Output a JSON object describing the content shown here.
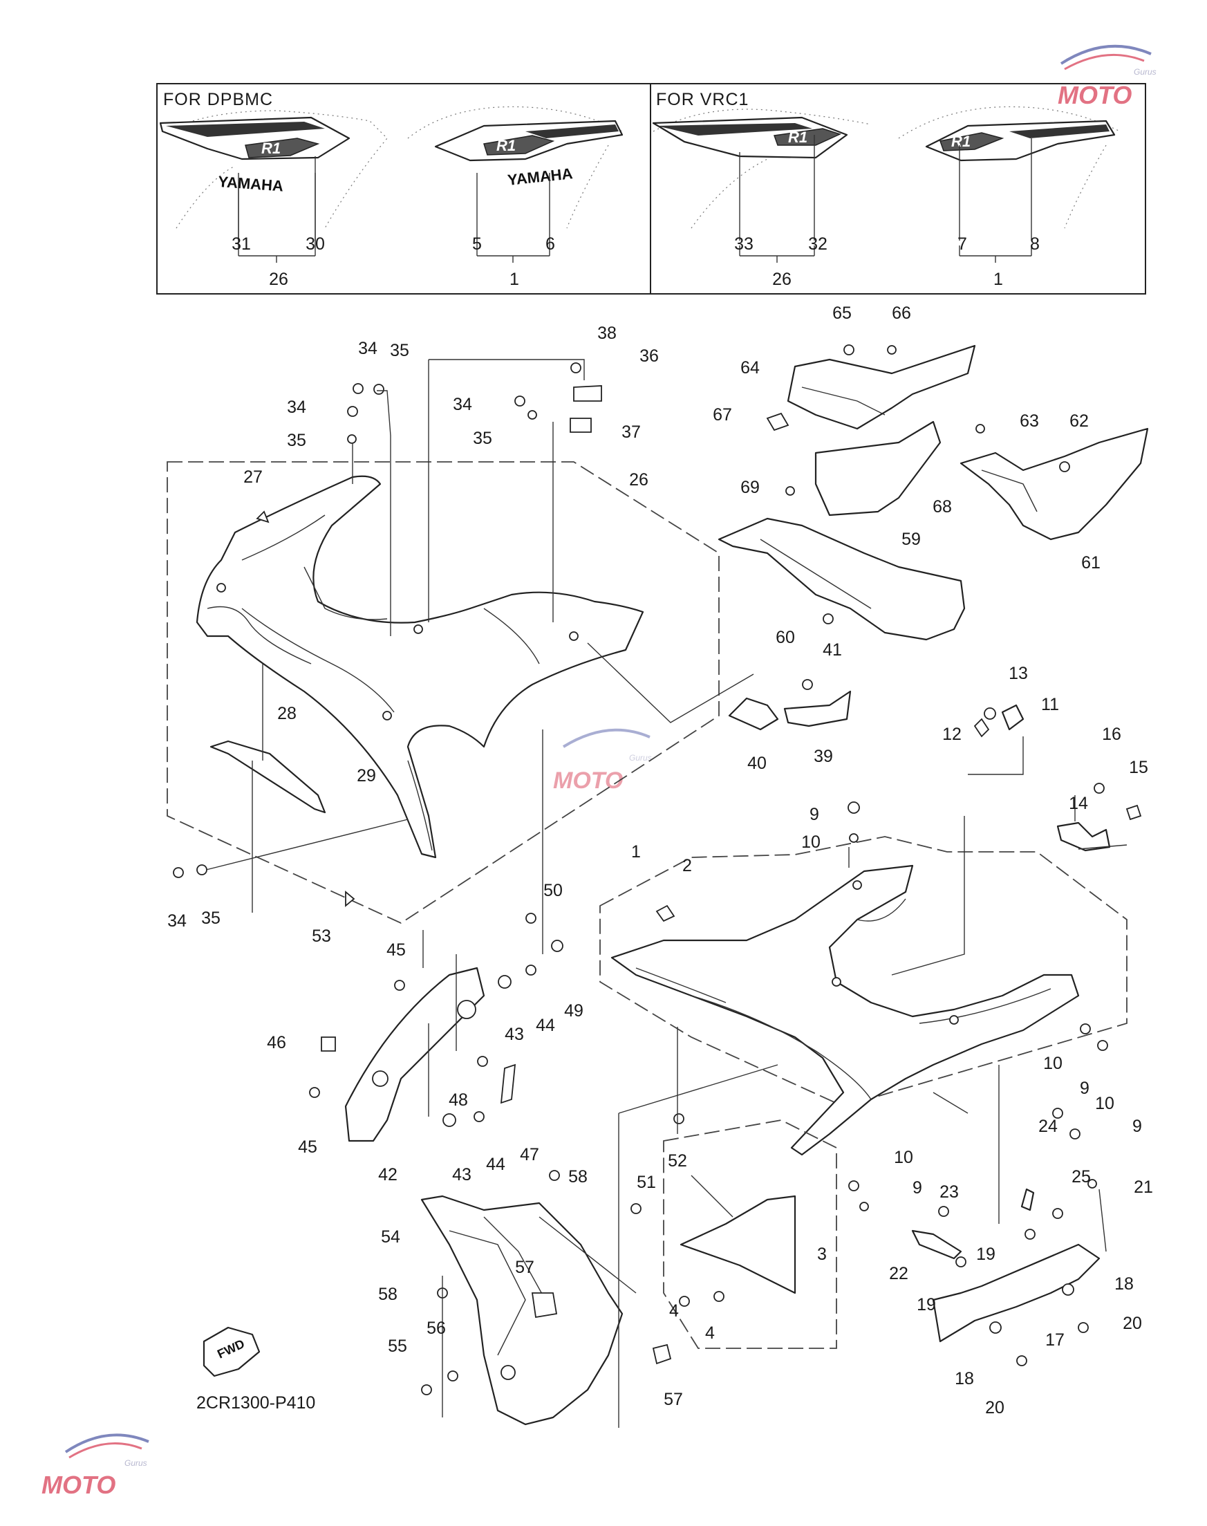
{
  "panels": [
    {
      "title": "FOR  DPBMC",
      "graphic_text_left": "YAMAHA",
      "graphic_text_right": "YAMAHA",
      "badge": "R1"
    },
    {
      "title": "FOR  VRC1",
      "badge": "R1"
    }
  ],
  "diagram_code": "2CR1300-P410",
  "fwd_label": "FWD",
  "watermark": {
    "brand": "MOTO",
    "sub": "Gurus",
    "color": "#d9435a",
    "accent": "#5560a8"
  },
  "callouts": [
    {
      "id": "p1-31",
      "text": "31"
    },
    {
      "id": "p1-30",
      "text": "30"
    },
    {
      "id": "p1-26",
      "text": "26"
    },
    {
      "id": "p1-5",
      "text": "5"
    },
    {
      "id": "p1-6",
      "text": "6"
    },
    {
      "id": "p1-1",
      "text": "1"
    },
    {
      "id": "p2-33",
      "text": "33"
    },
    {
      "id": "p2-32",
      "text": "32"
    },
    {
      "id": "p2-26",
      "text": "26"
    },
    {
      "id": "p2-7",
      "text": "7"
    },
    {
      "id": "p2-8",
      "text": "8"
    },
    {
      "id": "p2-1",
      "text": "1"
    },
    {
      "id": "c34a",
      "text": "34"
    },
    {
      "id": "c35a",
      "text": "35"
    },
    {
      "id": "c34b",
      "text": "34"
    },
    {
      "id": "c35b",
      "text": "35"
    },
    {
      "id": "c38",
      "text": "38"
    },
    {
      "id": "c36",
      "text": "36"
    },
    {
      "id": "c34c",
      "text": "34"
    },
    {
      "id": "c37",
      "text": "37"
    },
    {
      "id": "c35c",
      "text": "35"
    },
    {
      "id": "c27",
      "text": "27"
    },
    {
      "id": "c26",
      "text": "26"
    },
    {
      "id": "c28",
      "text": "28"
    },
    {
      "id": "c29",
      "text": "29"
    },
    {
      "id": "c34d",
      "text": "34"
    },
    {
      "id": "c35d",
      "text": "35"
    },
    {
      "id": "c53",
      "text": "53"
    },
    {
      "id": "c65",
      "text": "65"
    },
    {
      "id": "c66",
      "text": "66"
    },
    {
      "id": "c64",
      "text": "64"
    },
    {
      "id": "c67",
      "text": "67"
    },
    {
      "id": "c63",
      "text": "63"
    },
    {
      "id": "c62",
      "text": "62"
    },
    {
      "id": "c69",
      "text": "69"
    },
    {
      "id": "c68",
      "text": "68"
    },
    {
      "id": "c61",
      "text": "61"
    },
    {
      "id": "c59",
      "text": "59"
    },
    {
      "id": "c60",
      "text": "60"
    },
    {
      "id": "c41",
      "text": "41"
    },
    {
      "id": "c40",
      "text": "40"
    },
    {
      "id": "c39",
      "text": "39"
    },
    {
      "id": "c13",
      "text": "13"
    },
    {
      "id": "c11",
      "text": "11"
    },
    {
      "id": "c12",
      "text": "12"
    },
    {
      "id": "c16",
      "text": "16"
    },
    {
      "id": "c15",
      "text": "15"
    },
    {
      "id": "c14",
      "text": "14"
    },
    {
      "id": "c9a",
      "text": "9"
    },
    {
      "id": "c10a",
      "text": "10"
    },
    {
      "id": "c1",
      "text": "1"
    },
    {
      "id": "c2",
      "text": "2"
    },
    {
      "id": "c50",
      "text": "50"
    },
    {
      "id": "c45a",
      "text": "45"
    },
    {
      "id": "c49",
      "text": "49"
    },
    {
      "id": "c43a",
      "text": "43"
    },
    {
      "id": "c44a",
      "text": "44"
    },
    {
      "id": "c46",
      "text": "46"
    },
    {
      "id": "c48",
      "text": "48"
    },
    {
      "id": "c45b",
      "text": "45"
    },
    {
      "id": "c47",
      "text": "47"
    },
    {
      "id": "c43b",
      "text": "43"
    },
    {
      "id": "c44b",
      "text": "44"
    },
    {
      "id": "c42",
      "text": "42"
    },
    {
      "id": "c10b",
      "text": "10"
    },
    {
      "id": "c9b",
      "text": "9"
    },
    {
      "id": "c10c",
      "text": "10"
    },
    {
      "id": "c9c",
      "text": "9"
    },
    {
      "id": "c52",
      "text": "52"
    },
    {
      "id": "c10d",
      "text": "10"
    },
    {
      "id": "c9d",
      "text": "9"
    },
    {
      "id": "c24",
      "text": "24"
    },
    {
      "id": "c25",
      "text": "25"
    },
    {
      "id": "c21",
      "text": "21"
    },
    {
      "id": "c23",
      "text": "23"
    },
    {
      "id": "c58a",
      "text": "58"
    },
    {
      "id": "c51",
      "text": "51"
    },
    {
      "id": "c54",
      "text": "54"
    },
    {
      "id": "c3",
      "text": "3"
    },
    {
      "id": "c19a",
      "text": "19"
    },
    {
      "id": "c22",
      "text": "22"
    },
    {
      "id": "c58b",
      "text": "58"
    },
    {
      "id": "c57a",
      "text": "57"
    },
    {
      "id": "c19b",
      "text": "19"
    },
    {
      "id": "c18a",
      "text": "18"
    },
    {
      "id": "c4a",
      "text": "4"
    },
    {
      "id": "c4b",
      "text": "4"
    },
    {
      "id": "c20a",
      "text": "20"
    },
    {
      "id": "c17",
      "text": "17"
    },
    {
      "id": "c56",
      "text": "56"
    },
    {
      "id": "c55",
      "text": "55"
    },
    {
      "id": "c18b",
      "text": "18"
    },
    {
      "id": "c57b",
      "text": "57"
    },
    {
      "id": "c20b",
      "text": "20"
    }
  ]
}
